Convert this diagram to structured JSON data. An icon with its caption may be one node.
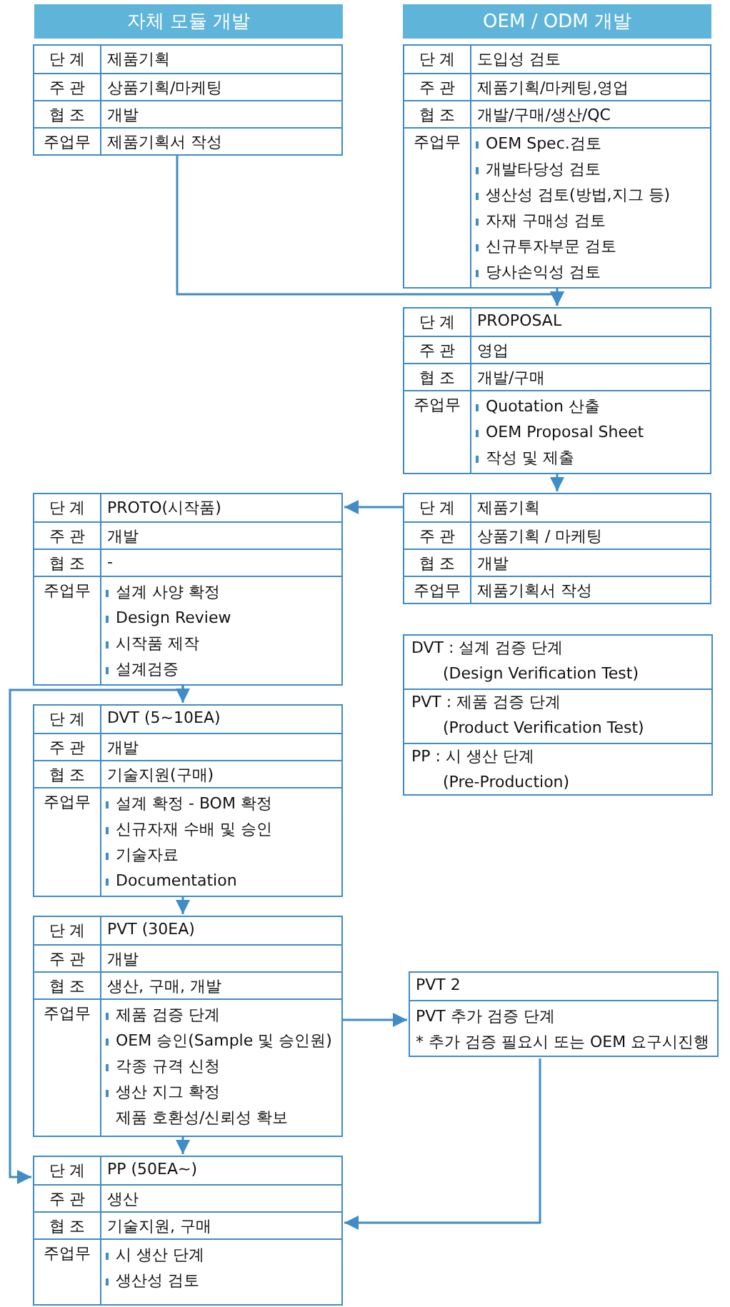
{
  "diagram": {
    "nodes": [
      {
        "text": [
          "자체 모듈 개발"
        ]
      },
      {
        "text": [
          "단 계",
          "제품기획",
          "주 관",
          "상품기획/마케팅",
          "협 조",
          "개발",
          "주업무",
          "제품기획서 작성"
        ]
      },
      {
        "text": [
          "OEM / ODM 개발"
        ]
      },
      {
        "text": [
          "단 계",
          "도입성 검토",
          "주 관",
          "제품기획/마케팅,영업",
          "협 조",
          "개발/구매/생산/QC",
          "주업무",
          "OEM Spec.검토",
          "개발타당성 검토",
          "생산성 검토(방법,지그 등)",
          "자재 구매성 검토",
          "신규투자부문 검토",
          "당사손익성 검토"
        ]
      },
      {
        "text": [
          "단 계",
          "PROPOSAL",
          "주 관",
          "영업",
          "협 조",
          "개발/구매",
          "주업무",
          "Quotation 산출",
          "OEM Proposal Sheet",
          "작성 및 제출"
        ]
      },
      {
        "text": [
          "단 계",
          "PROTO(시작품)",
          "주 관",
          "개발",
          "협 조",
          "-",
          "주업무",
          "설계 사양 확정",
          "Design Review",
          "시작품 제작",
          "설계검증"
        ]
      },
      {
        "text": [
          "단 계",
          "제품기획",
          "주 관",
          "상품기획 / 마케팅",
          "협 조",
          "개발",
          "주업무",
          "제품기획서 작성"
        ]
      },
      {
        "text": [
          "DVT : 설계 검증 단계",
          "(Design Verification Test)"
        ]
      },
      {
        "text": [
          "PVT : 제품 검증 단계",
          "(Product Verification Test)"
        ]
      },
      {
        "text": [
          "PP : 시 생산 단계",
          "(Pre-Production)"
        ]
      },
      {
        "text": [
          "단 계",
          "DVT (5~10EA)",
          "주 관",
          "개발",
          "협 조",
          "기술지원(구매)",
          "주업무",
          "설계 확정 - BOM 확정",
          "신규자재 수배 및 승인",
          "기술자료",
          "Documentation"
        ]
      },
      {
        "text": [
          "단 계",
          "PVT (30EA)",
          "주 관",
          "개발",
          "협 조",
          "생산, 구매, 개발",
          "주업무",
          "제품 검증 단계",
          "OEM 승인(Sample 및 승인원)",
          "각종 규격 신청",
          "생산 지그 확정",
          "제품 호환성/신뢰성 확보"
        ]
      },
      {
        "text": [
          "PVT 2",
          "PVT 추가 검증 단계",
          "* 추가 검증 필요시 또는 OEM 요구시진행"
        ]
      },
      {
        "text": [
          "단 계",
          "PP (50EA~)",
          "주 관",
          "생산",
          "협 조",
          "기술지원, 구매",
          "주업무",
          "시 생산 단계",
          "생산성 검토"
        ]
      }
    ],
    "edges": [
      {
        "from": 1,
        "to": 4,
        "arrow": "to"
      },
      {
        "from": 3,
        "to": 4,
        "arrow": "to"
      },
      {
        "from": 4,
        "to": 6,
        "arrow": "to"
      },
      {
        "from": 6,
        "to": 5,
        "arrow": "to"
      },
      {
        "from": 5,
        "to": 10,
        "arrow": "to"
      },
      {
        "from": 5,
        "to": 13,
        "arrow": "to"
      },
      {
        "from": 10,
        "to": 11,
        "arrow": "to"
      },
      {
        "from": 11,
        "to": 12,
        "arrow": "to"
      },
      {
        "from": 11,
        "to": 13,
        "arrow": "to"
      },
      {
        "from": 12,
        "to": 13,
        "arrow": "to"
      }
    ]
  }
}
